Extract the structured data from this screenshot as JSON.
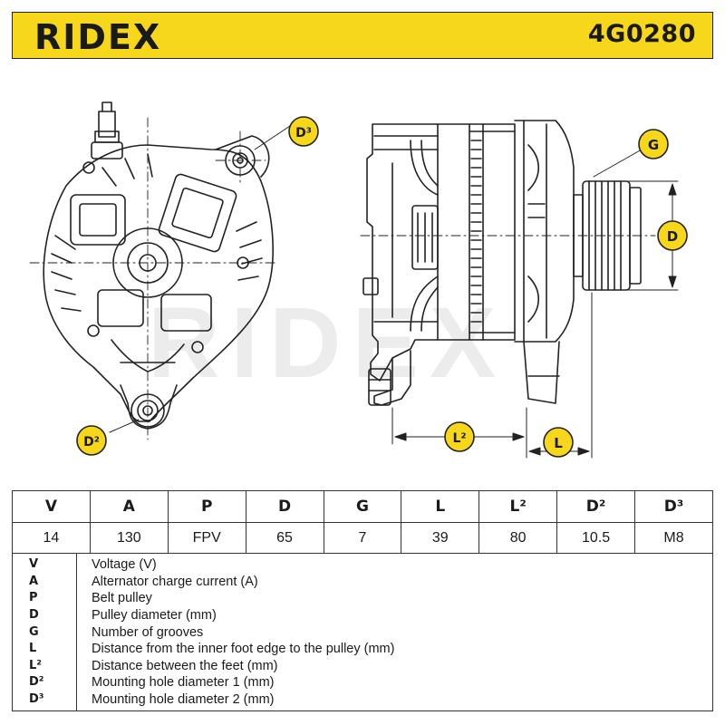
{
  "header": {
    "brand": "RIDEX",
    "part_number": "4G0280",
    "brand_color": "#f6d71c"
  },
  "drawing": {
    "watermark": "RIDEX",
    "callouts": {
      "d3": "D³",
      "d2": "D²",
      "g": "G",
      "d": "D",
      "l2": "L²",
      "l": "L"
    }
  },
  "spec_table": {
    "headers": [
      "V",
      "A",
      "P",
      "D",
      "G",
      "L",
      "L²",
      "D²",
      "D³"
    ],
    "values": [
      "14",
      "130",
      "FPV",
      "65",
      "7",
      "39",
      "80",
      "10.5",
      "M8"
    ]
  },
  "legend": [
    {
      "symbol": "V",
      "text": "Voltage (V)"
    },
    {
      "symbol": "A",
      "text": "Alternator charge current (A)"
    },
    {
      "symbol": "P",
      "text": "Belt pulley"
    },
    {
      "symbol": "D",
      "text": "Pulley diameter (mm)"
    },
    {
      "symbol": "G",
      "text": "Number of grooves"
    },
    {
      "symbol": "L",
      "text": "Distance from the inner foot edge to the pulley (mm)"
    },
    {
      "symbol": "L²",
      "text": "Distance between the feet (mm)"
    },
    {
      "symbol": "D²",
      "text": "Mounting hole diameter 1 (mm)"
    },
    {
      "symbol": "D³",
      "text": "Mounting hole diameter 2 (mm)"
    }
  ]
}
